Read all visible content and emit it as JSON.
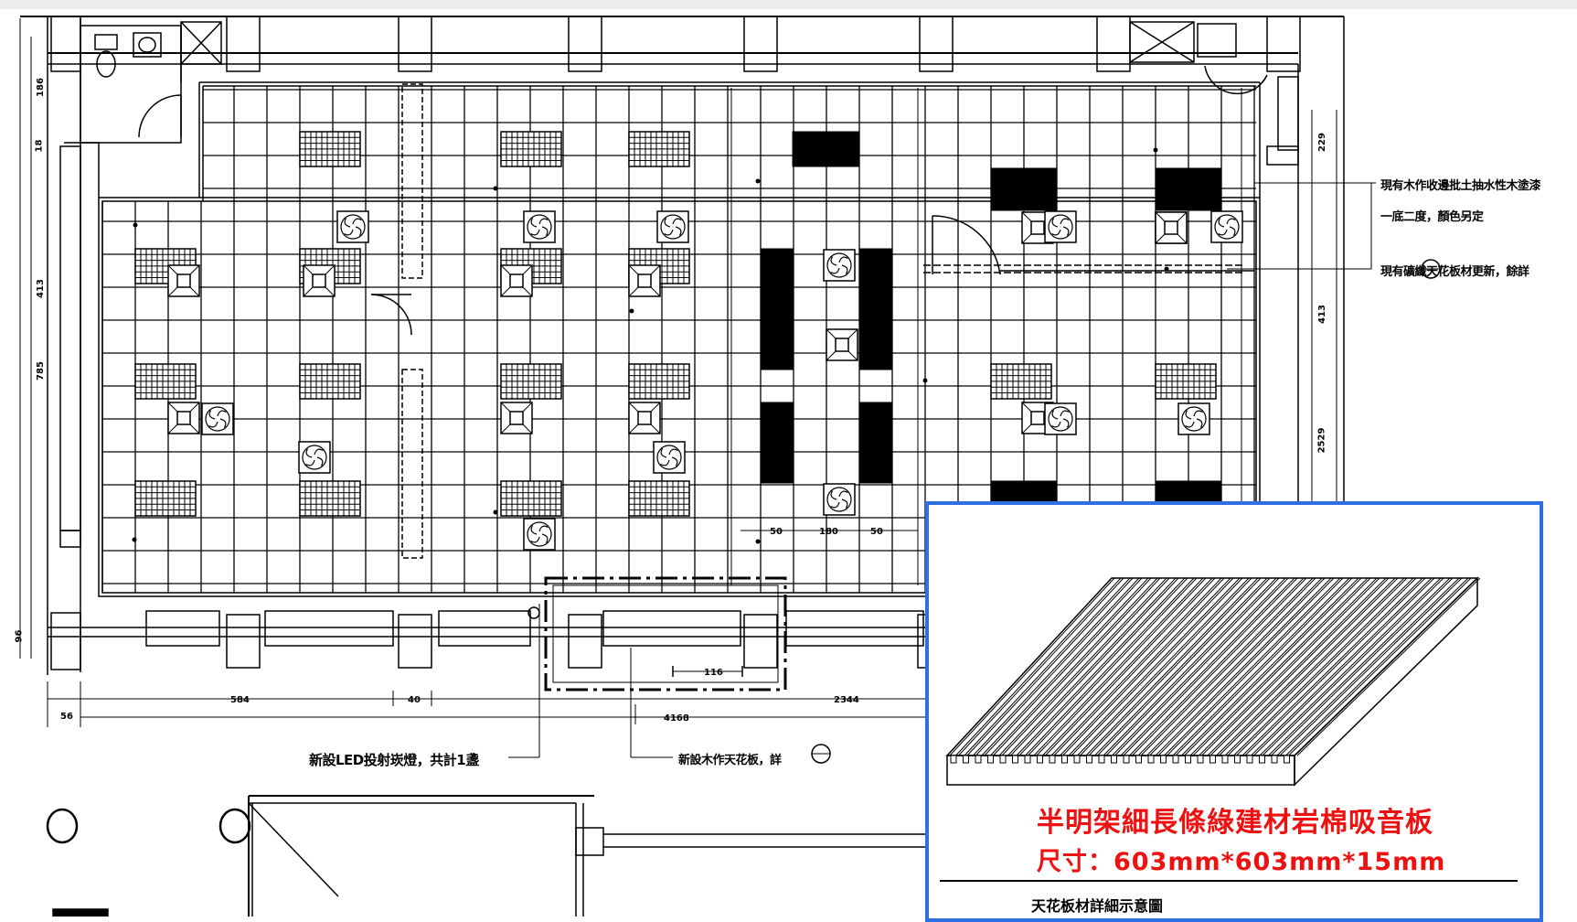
{
  "callouts": {
    "right_top_line1": "現有木作收邊批土抽水性木塗漆",
    "right_top_line2": "一底二度，顏色另定",
    "right_mid": "現有礦纖天花板材更新，餘詳",
    "bottom_led": "新設LED投射崁燈，共計1盞",
    "bottom_wood": "新設木作天花板，詳"
  },
  "dimensions": {
    "d50a": "50",
    "d180": "180",
    "d50b": "50",
    "d116": "116",
    "d56": "56",
    "d584": "584",
    "d40": "40",
    "d2344": "2344",
    "d4168": "4168",
    "left_413": "413",
    "left_785": "785",
    "left_186": "186",
    "left_18": "18",
    "left_96": "96",
    "right_229": "229",
    "right_413": "413",
    "right_2529": "2529"
  },
  "detail": {
    "title_line1": "半明架細長條綠建材岩棉吸音板",
    "title_line2": "尺寸：603mm*603mm*15mm",
    "caption": "天花板材詳細示意圖"
  },
  "colors": {
    "accent_border": "#2f6fe4",
    "note_red": "#e11111"
  }
}
